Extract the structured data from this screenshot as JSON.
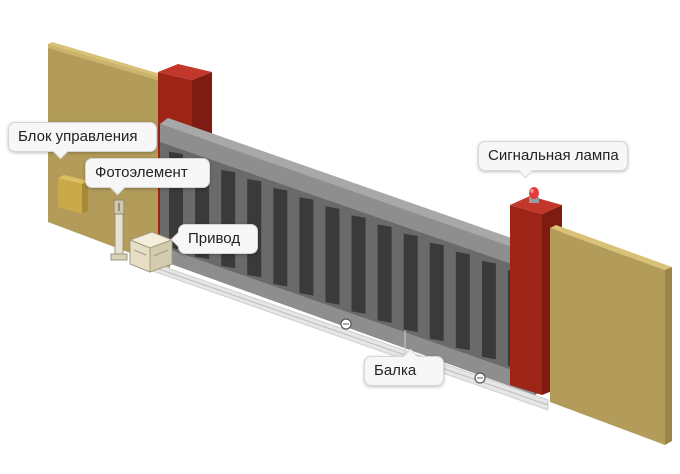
{
  "labels": {
    "control_block": "Блок управления",
    "photocell": "Фотоэлемент",
    "drive": "Привод",
    "signal_lamp": "Сигнальная лампа",
    "beam": "Балка"
  },
  "colors": {
    "wall": "#b8a15e",
    "wall_edge": "#d9c278",
    "pillar": "#a2261b",
    "pillar_top": "#c9372a",
    "gate_frame": "#8c8c8c",
    "gate_bars": "#3a3a3a",
    "lamp": "#e03030"
  },
  "icons": [
    "control-box-icon",
    "photocell-post-icon",
    "drive-motor-icon",
    "signal-lamp-icon",
    "roller-icon"
  ]
}
